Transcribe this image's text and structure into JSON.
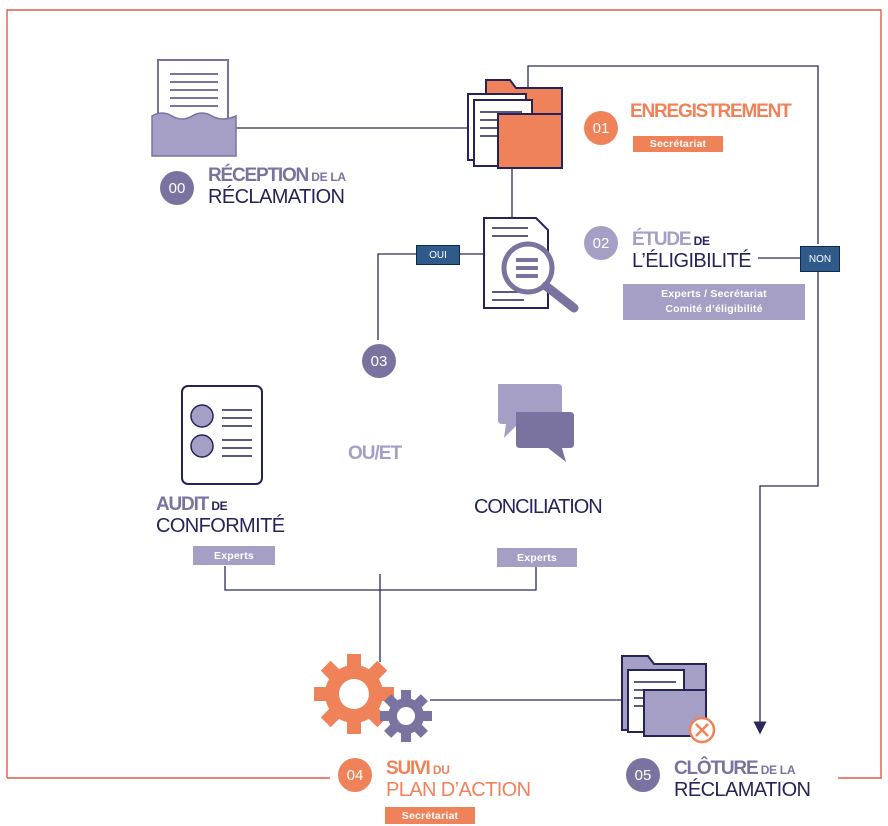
{
  "colors": {
    "orange": "#f0825a",
    "purple": "#7b739f",
    "purple_light": "#a59fc6",
    "navy": "#24245a",
    "line_red": "#e05a4a",
    "line_navy": "#2a2a5e"
  },
  "steps": [
    {
      "num": "00",
      "title_bold": "RÉCEPTION",
      "title_small": "DE LA",
      "title_line2": "RÉCLAMATION",
      "icon": "document-tray-icon"
    },
    {
      "num": "01",
      "title_bold": "ENREGISTREMENT",
      "tag": "Secrétariat",
      "icon": "folder-icon"
    },
    {
      "num": "02",
      "title_bold": "ÉTUDE",
      "title_small": "DE",
      "title_line2": "L’ÉLIGIBILITÉ",
      "tag_lines": [
        "Experts / Secrétariat",
        "Comité d’éligibilité"
      ],
      "icon": "magnifier-document-icon"
    },
    {
      "num": "03"
    },
    {
      "num": "04",
      "title_bold": "SUIVI",
      "title_small": "DU",
      "title_line2": "PLAN D’ACTION",
      "tag": "Secrétariat",
      "icon": "gears-icon"
    },
    {
      "num": "05",
      "title_bold": "CLÔTURE",
      "title_small": "DE LA",
      "title_line2": "RÉCLAMATION",
      "icon": "folder-close-icon"
    }
  ],
  "branches": {
    "audit": {
      "title_bold": "AUDIT",
      "title_small": "DE",
      "title_line2": "CONFORMITÉ",
      "tag": "Experts",
      "icon": "checklist-icon"
    },
    "conciliation": {
      "title": "CONCILIATION",
      "tag": "Experts",
      "icon": "chat-bubbles-icon"
    },
    "connector": "OU/ET"
  },
  "decisions": {
    "yes": "OUI",
    "no": "NON"
  }
}
